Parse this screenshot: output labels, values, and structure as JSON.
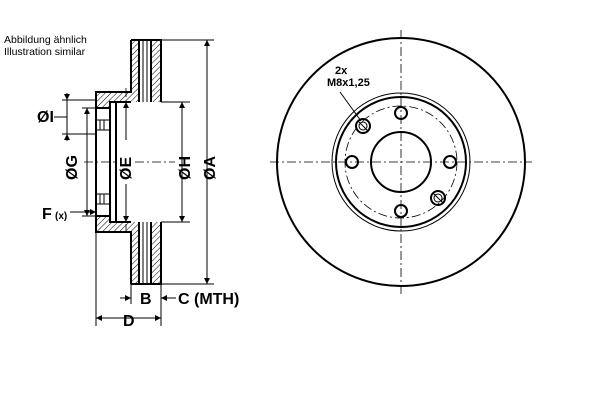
{
  "notes": {
    "line1": "Abbildung ähnlich",
    "line2": "Illustration similar"
  },
  "labels": {
    "dia_i": "ØI",
    "dia_g": "ØG",
    "dia_e": "ØE",
    "dia_h": "ØH",
    "dia_a": "ØA",
    "f": "F",
    "f_sub": "(x)",
    "b": "B",
    "c": "C (MTH)",
    "d": "D",
    "bolt_count": "2x",
    "bolt_thread": "M8x1,25"
  }
}
